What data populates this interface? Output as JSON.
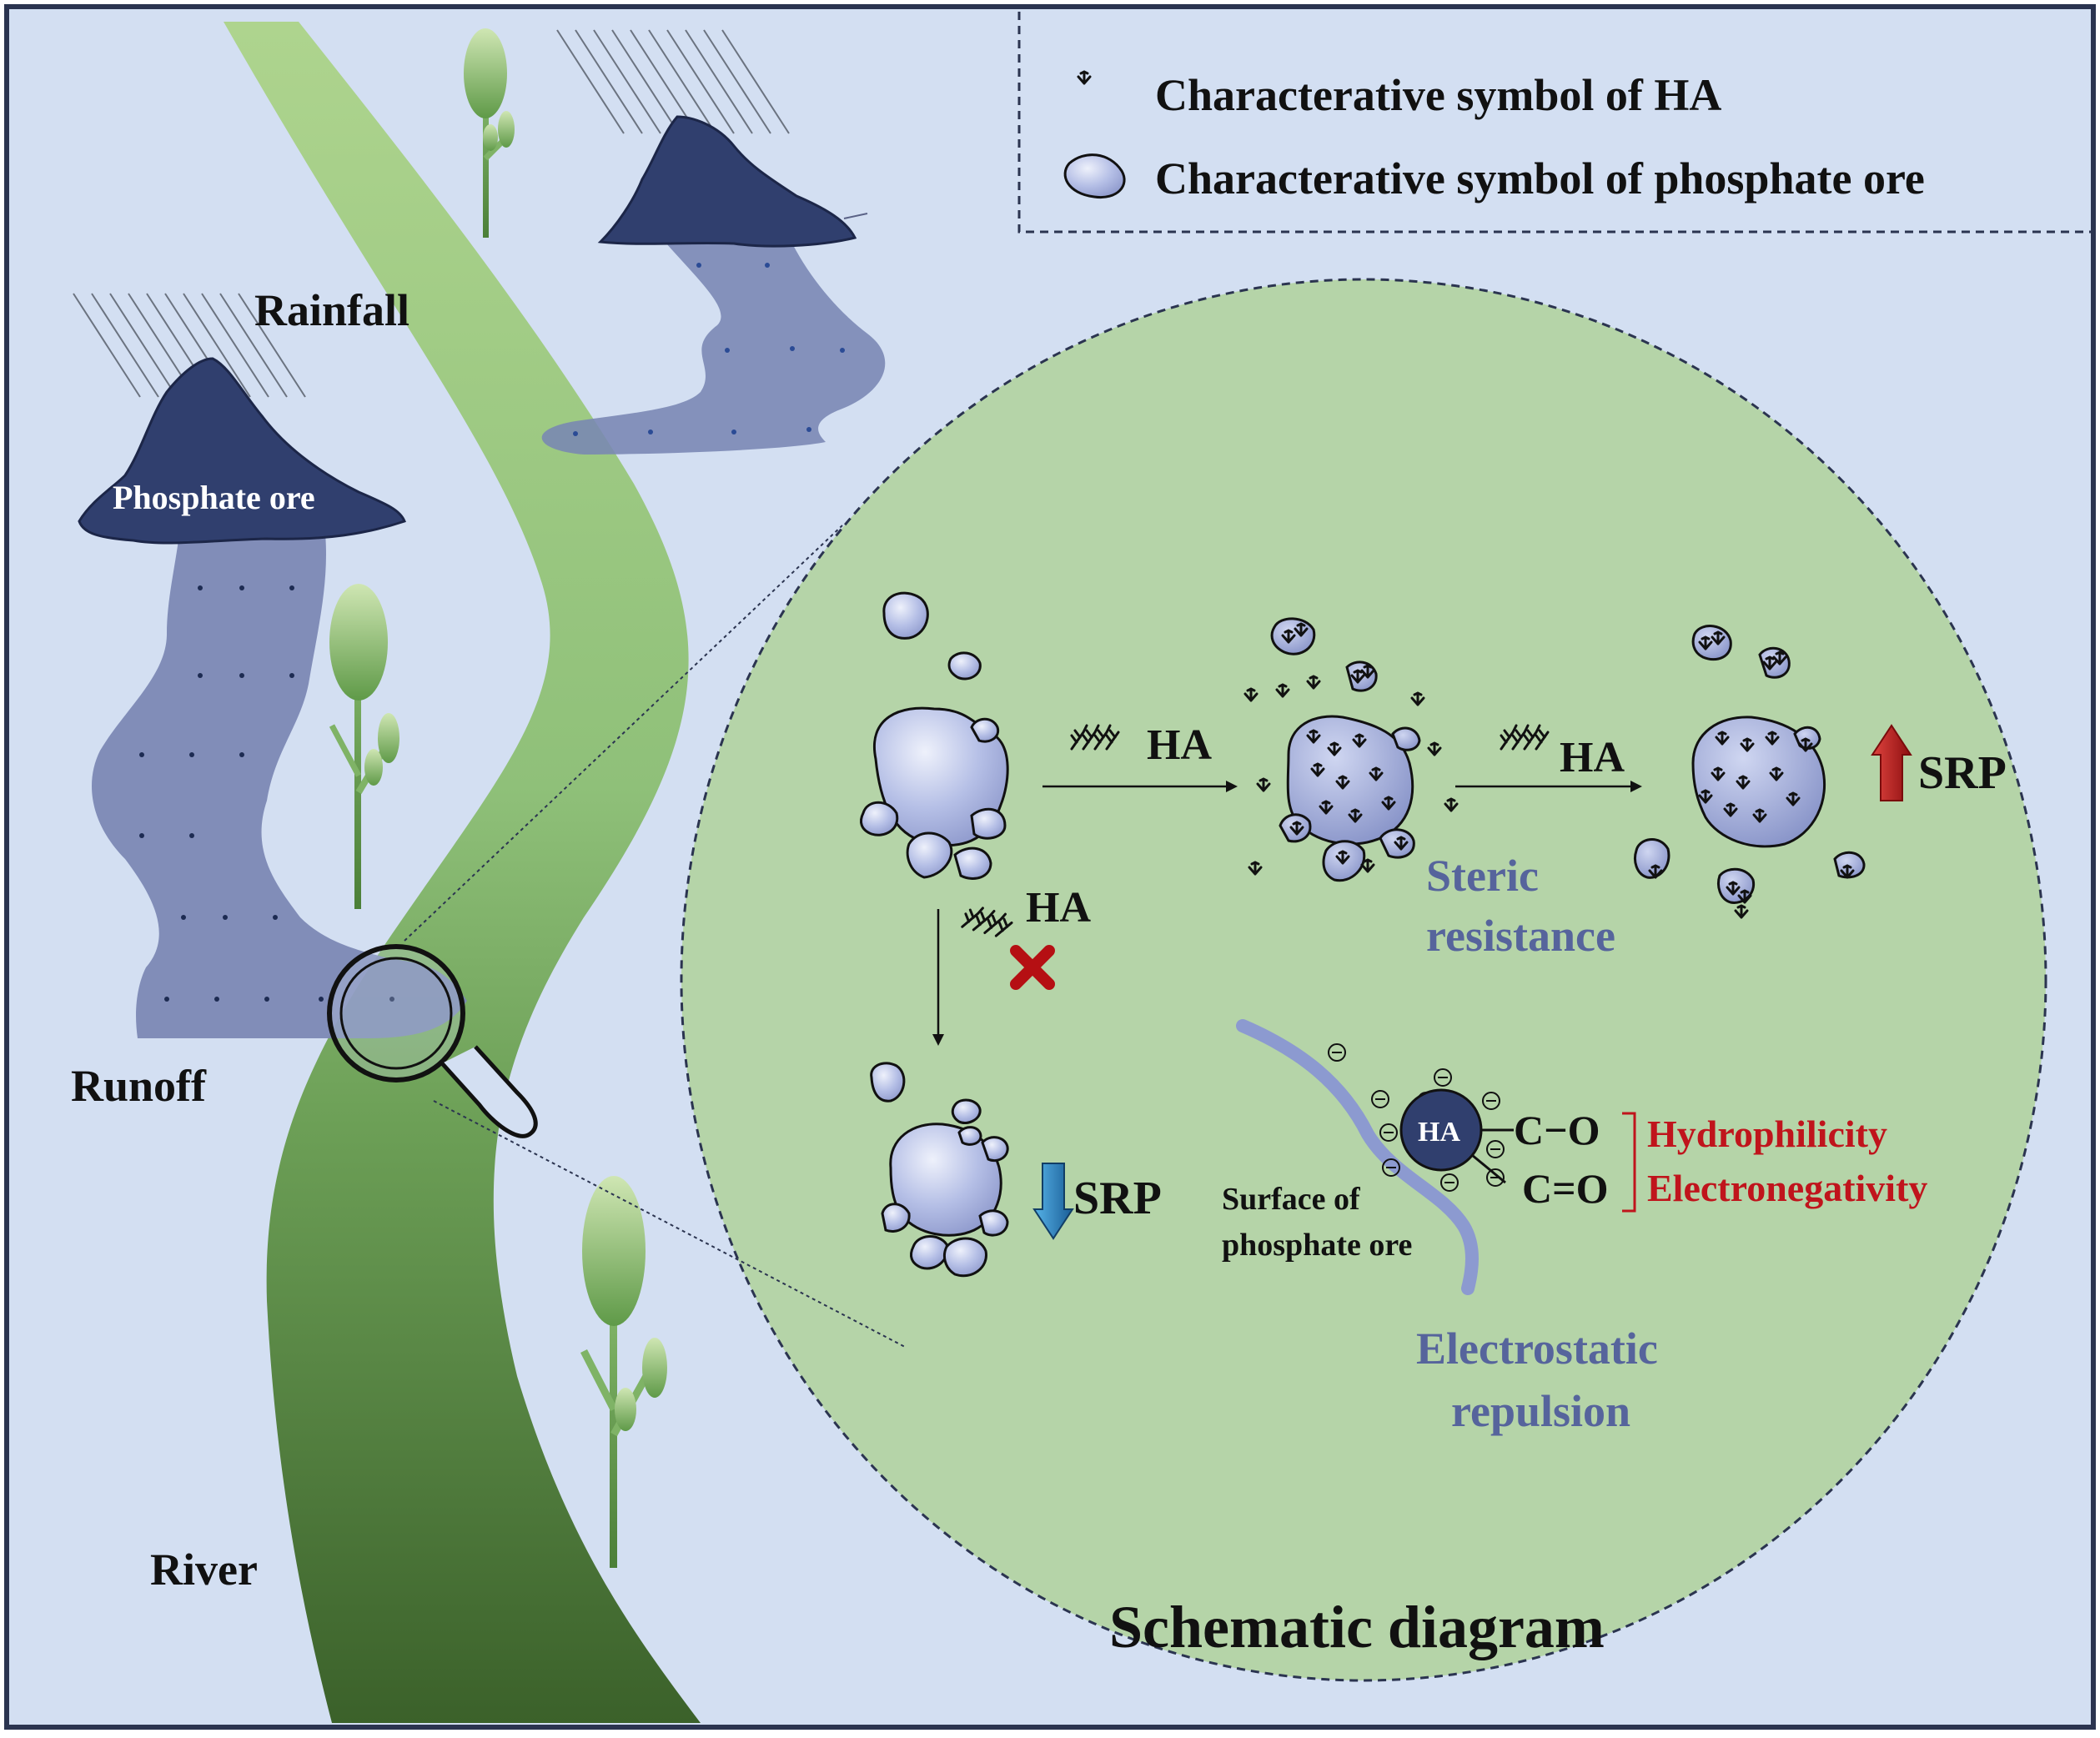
{
  "legend": {
    "ha_label": "Characterative symbol of HA",
    "ore_label": "Characterative symbol of phosphate ore"
  },
  "landscape": {
    "rainfall": "Rainfall",
    "phosphate_ore": "Phosphate ore",
    "runoff": "Runoff",
    "river": "River"
  },
  "process": {
    "ha_1": "HA",
    "ha_2": "HA",
    "ha_3": "HA",
    "srp_up": "SRP",
    "srp_down": "SRP",
    "steric_1": "Steric",
    "steric_2": "resistance",
    "surface_1": "Surface of",
    "surface_2": "phosphate ore",
    "ha_center": "HA",
    "co_single": "C−O",
    "co_double": "C=O",
    "hydrophilicity": "Hydrophilicity",
    "electronegativity": "Electronegativity",
    "electro_1": "Electrostatic",
    "electro_2": "repulsion"
  },
  "caption": "Schematic diagram",
  "colors": {
    "background": "#d3dff2",
    "frame": "#2b3450",
    "mountain": "#303f6e",
    "runoff": "#7986b3",
    "zoom_circle": "#b5d4a8",
    "ore_fill": "#a9b4df",
    "label_blue": "#56649c",
    "label_red": "#c0141c",
    "arrow_red": "#c0141c",
    "arrow_blue": "#2c84c4"
  },
  "icons": [
    "ha-symbol-icon",
    "ore-symbol-icon",
    "magnifier-icon",
    "red-x-icon",
    "up-arrow-icon",
    "down-arrow-icon"
  ]
}
